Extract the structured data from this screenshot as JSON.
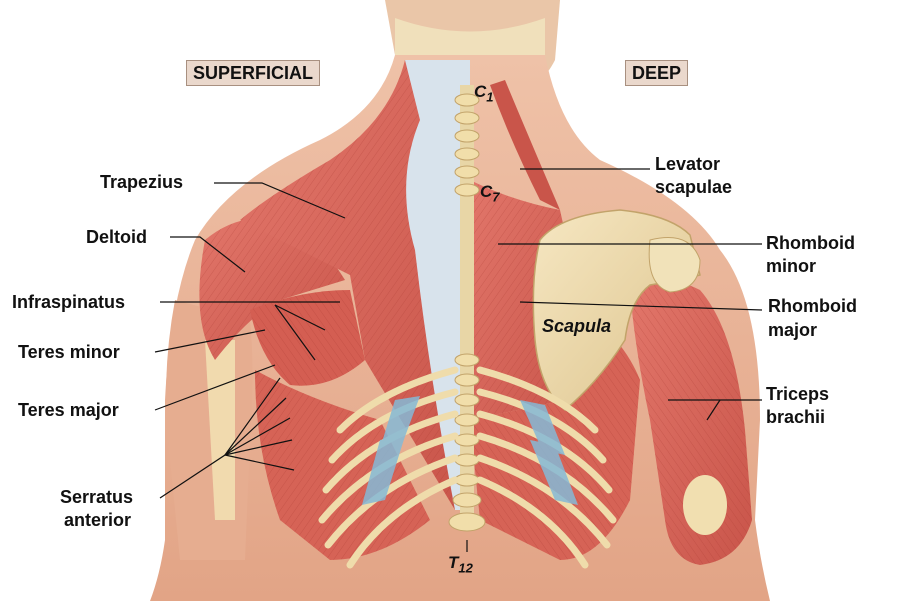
{
  "sections": {
    "superficial": "SUPERFICIAL",
    "deep": "DEEP"
  },
  "labels": {
    "trapezius": "Trapezius",
    "deltoid": "Deltoid",
    "infraspinatus": "Infraspinatus",
    "teres_minor": "Teres minor",
    "teres_major": "Teres major",
    "serratus_1": "Serratus",
    "serratus_2": "anterior",
    "levator_1": "Levator",
    "levator_2": "scapulae",
    "rhomboid_minor_1": "Rhomboid",
    "rhomboid_minor_2": "minor",
    "rhomboid_major_1": "Rhomboid",
    "rhomboid_major_2": "major",
    "triceps_1": "Triceps",
    "triceps_2": "brachii",
    "scapula": "Scapula"
  },
  "vertebrae": {
    "c1_letter": "C",
    "c1_num": "1",
    "c7_letter": "C",
    "c7_num": "7",
    "t12_letter": "T",
    "t12_num": "12"
  },
  "colors": {
    "muscle": "#d9665a",
    "muscle_dark": "#b8463c",
    "tendon": "#cfdde8",
    "bone": "#efdcac",
    "skin": "#e9b49a",
    "cartilage": "#7fb6d6",
    "label_bg": "#ead8cc"
  }
}
